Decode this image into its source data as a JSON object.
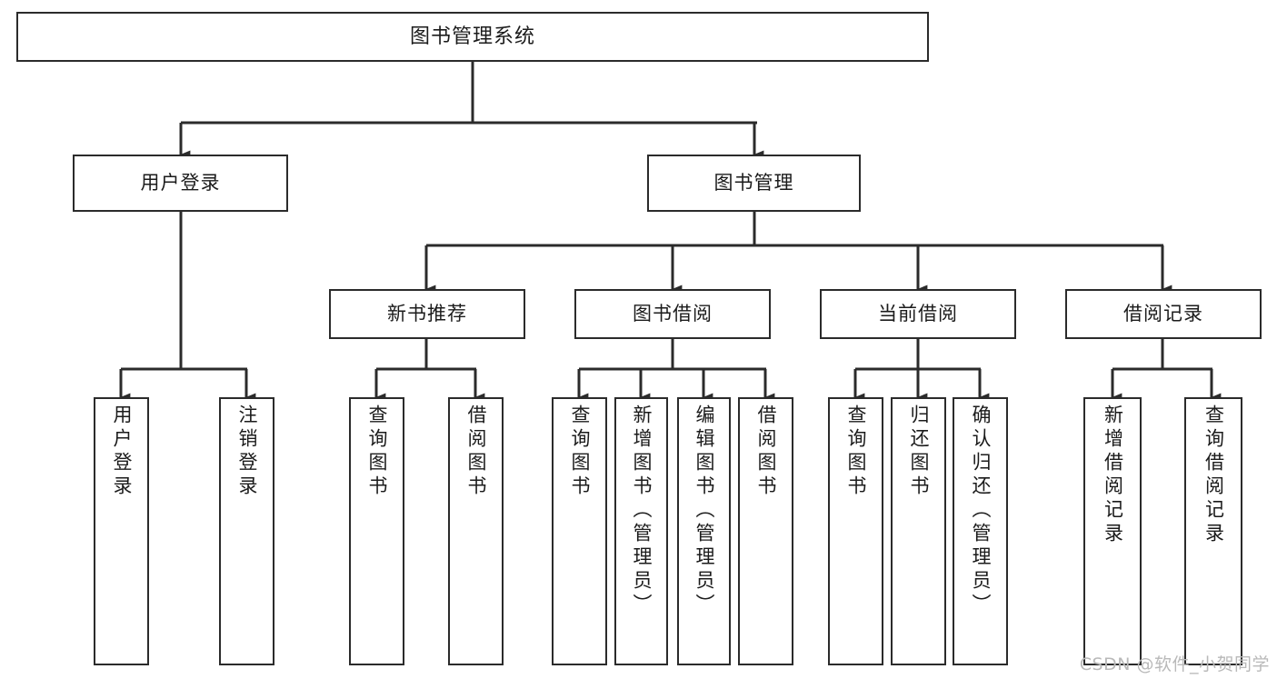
{
  "diagram": {
    "title": "图书管理系统",
    "type": "tree",
    "watermark": "CSDN @软件_小贺同学",
    "colors": {
      "stroke": "#2b2b2b",
      "fill": "#ffffff",
      "text": "#1b1b1b",
      "watermark": "#b9b9b9"
    },
    "nodes": {
      "root": {
        "label": "图书管理系统"
      },
      "tier2": [
        {
          "label": "用户登录"
        },
        {
          "label": "图书管理"
        }
      ],
      "tier3": [
        {
          "label": "新书推荐"
        },
        {
          "label": "图书借阅"
        },
        {
          "label": "当前借阅"
        },
        {
          "label": "借阅记录"
        }
      ],
      "leaves": [
        {
          "label": "用户登录"
        },
        {
          "label": "注销登录"
        },
        {
          "label": "查询图书"
        },
        {
          "label": "借阅图书"
        },
        {
          "label": "查询图书"
        },
        {
          "label": "新增图书（管理员）"
        },
        {
          "label": "编辑图书（管理员）"
        },
        {
          "label": "借阅图书"
        },
        {
          "label": "查询图书"
        },
        {
          "label": "归还图书"
        },
        {
          "label": "确认归还（管理员）"
        },
        {
          "label": "新增借阅记录"
        },
        {
          "label": "查询借阅记录"
        }
      ]
    },
    "edges": [
      {
        "from": "图书管理系统",
        "to": "用户登录"
      },
      {
        "from": "图书管理系统",
        "to": "图书管理"
      },
      {
        "from": "用户登录",
        "to": "用户登录"
      },
      {
        "from": "用户登录",
        "to": "注销登录"
      },
      {
        "from": "图书管理",
        "to": "新书推荐"
      },
      {
        "from": "图书管理",
        "to": "图书借阅"
      },
      {
        "from": "图书管理",
        "to": "当前借阅"
      },
      {
        "from": "图书管理",
        "to": "借阅记录"
      },
      {
        "from": "新书推荐",
        "to": "查询图书"
      },
      {
        "from": "新书推荐",
        "to": "借阅图书"
      },
      {
        "from": "图书借阅",
        "to": "查询图书"
      },
      {
        "from": "图书借阅",
        "to": "新增图书（管理员）"
      },
      {
        "from": "图书借阅",
        "to": "编辑图书（管理员）"
      },
      {
        "from": "图书借阅",
        "to": "借阅图书"
      },
      {
        "from": "当前借阅",
        "to": "查询图书"
      },
      {
        "from": "当前借阅",
        "to": "归还图书"
      },
      {
        "from": "当前借阅",
        "to": "确认归还（管理员）"
      },
      {
        "from": "借阅记录",
        "to": "新增借阅记录"
      },
      {
        "from": "借阅记录",
        "to": "查询借阅记录"
      }
    ]
  }
}
